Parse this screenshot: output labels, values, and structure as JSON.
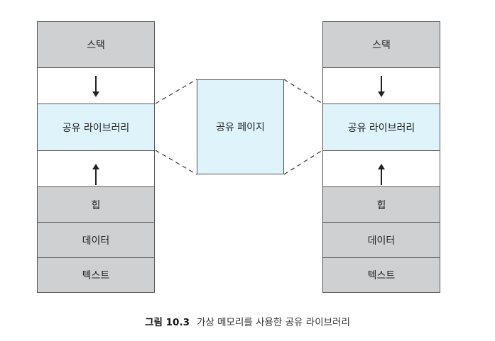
{
  "left_memory": {
    "stack_label": "스택",
    "shared_library_label": "공유 라이브러리",
    "heap_label": "힙",
    "data_label": "데이터",
    "text_label": "텍스트"
  },
  "shared_page": {
    "label": "공유 페이지"
  },
  "right_memory": {
    "stack_label": "스택",
    "shared_library_label": "공유 라이브러리",
    "heap_label": "힙",
    "data_label": "데이터",
    "text_label": "텍스트"
  },
  "caption": {
    "figure_number": "그림 10.3",
    "text": "가상 메모리를 사용한 공유 라이브러리"
  },
  "colors": {
    "segment_gray": "#cfd0d2",
    "shared_blue": "#dff3fa",
    "border": "#555555"
  }
}
